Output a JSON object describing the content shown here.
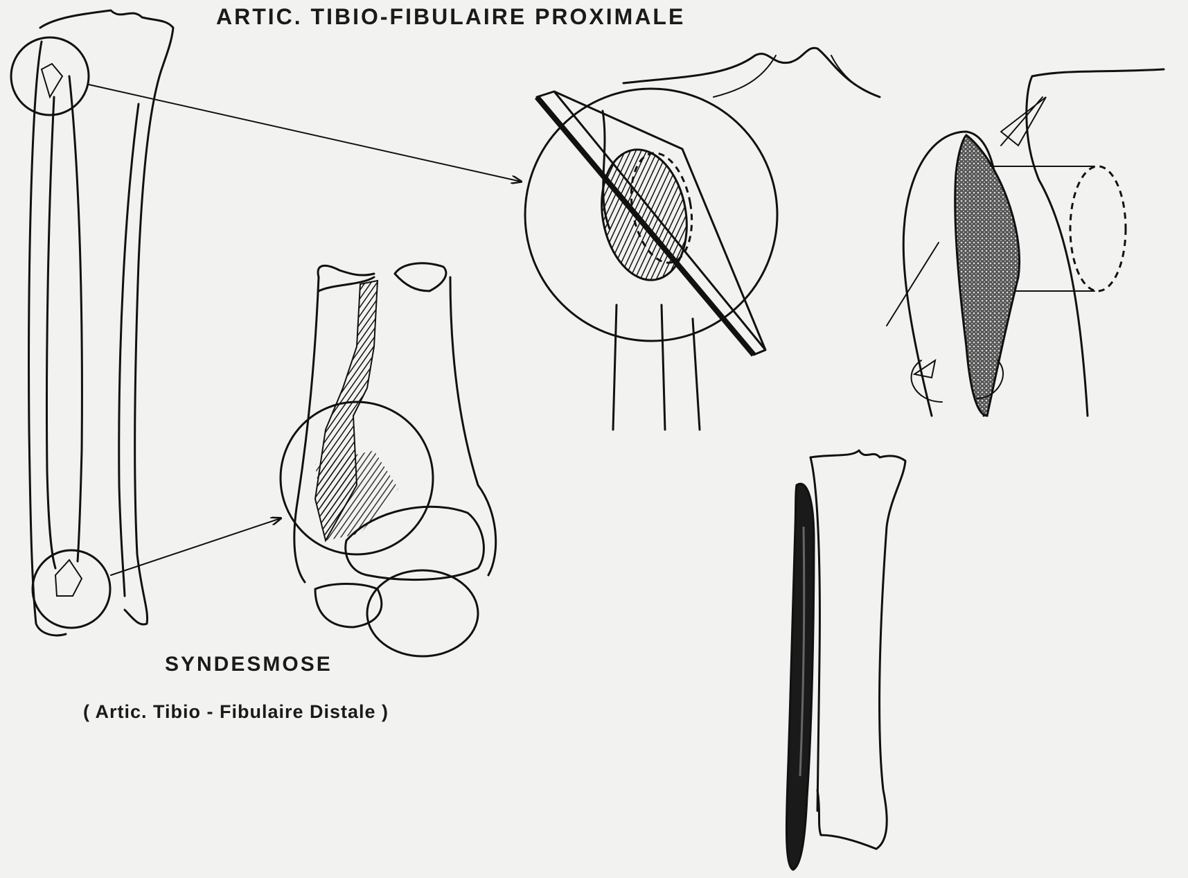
{
  "labels": {
    "proximal_joint": "ARTIC. TIBIO-FIBULAIRE PROXIMALE",
    "syndesmosis": "SYNDESMOSE",
    "distal_joint": "( Artic. Tibio - Fibulaire Distale )"
  },
  "colors": {
    "background": "#f2f2f0",
    "ink": "#111111"
  }
}
